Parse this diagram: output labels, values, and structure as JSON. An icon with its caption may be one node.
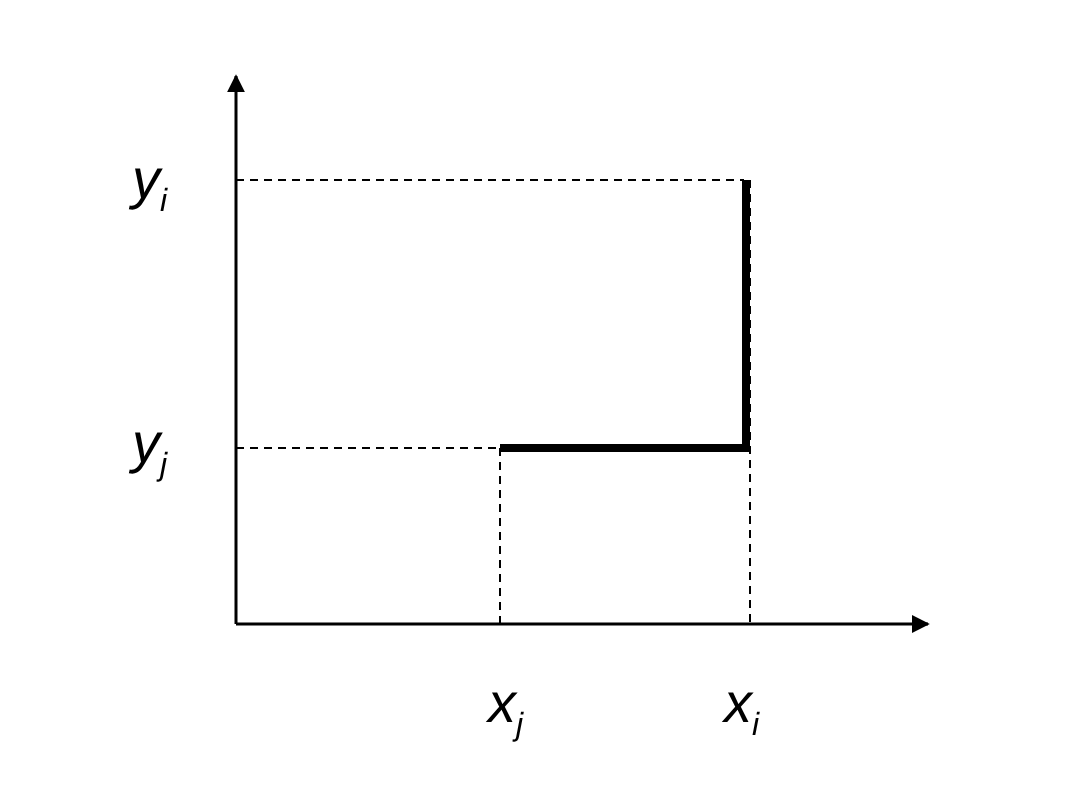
{
  "diagram": {
    "labels": [
      "y$_{i}$",
      "y$_{j}$",
      "x$_{j}$",
      "x$_{i}$"
    ]
  }
}
